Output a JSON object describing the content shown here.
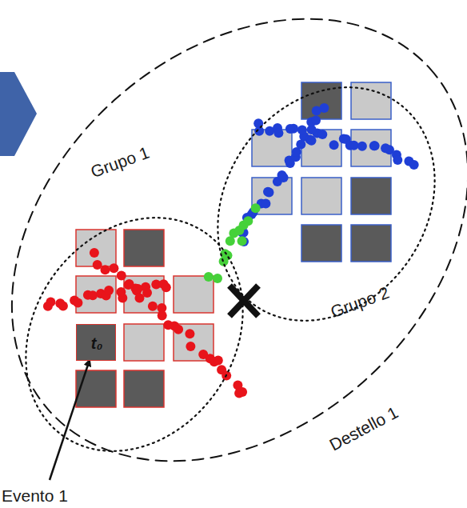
{
  "diagram": {
    "nodes": [
      {
        "text": [
          "Destello 1"
        ]
      },
      {
        "text": [
          "Grupo 1"
        ],
        "in": 0
      },
      {
        "text": [
          "t₀"
        ],
        "in": 1
      },
      {
        "text": [
          "Grupo 2"
        ],
        "in": 0
      }
    ],
    "labels": [
      "Evento 1"
    ]
  }
}
